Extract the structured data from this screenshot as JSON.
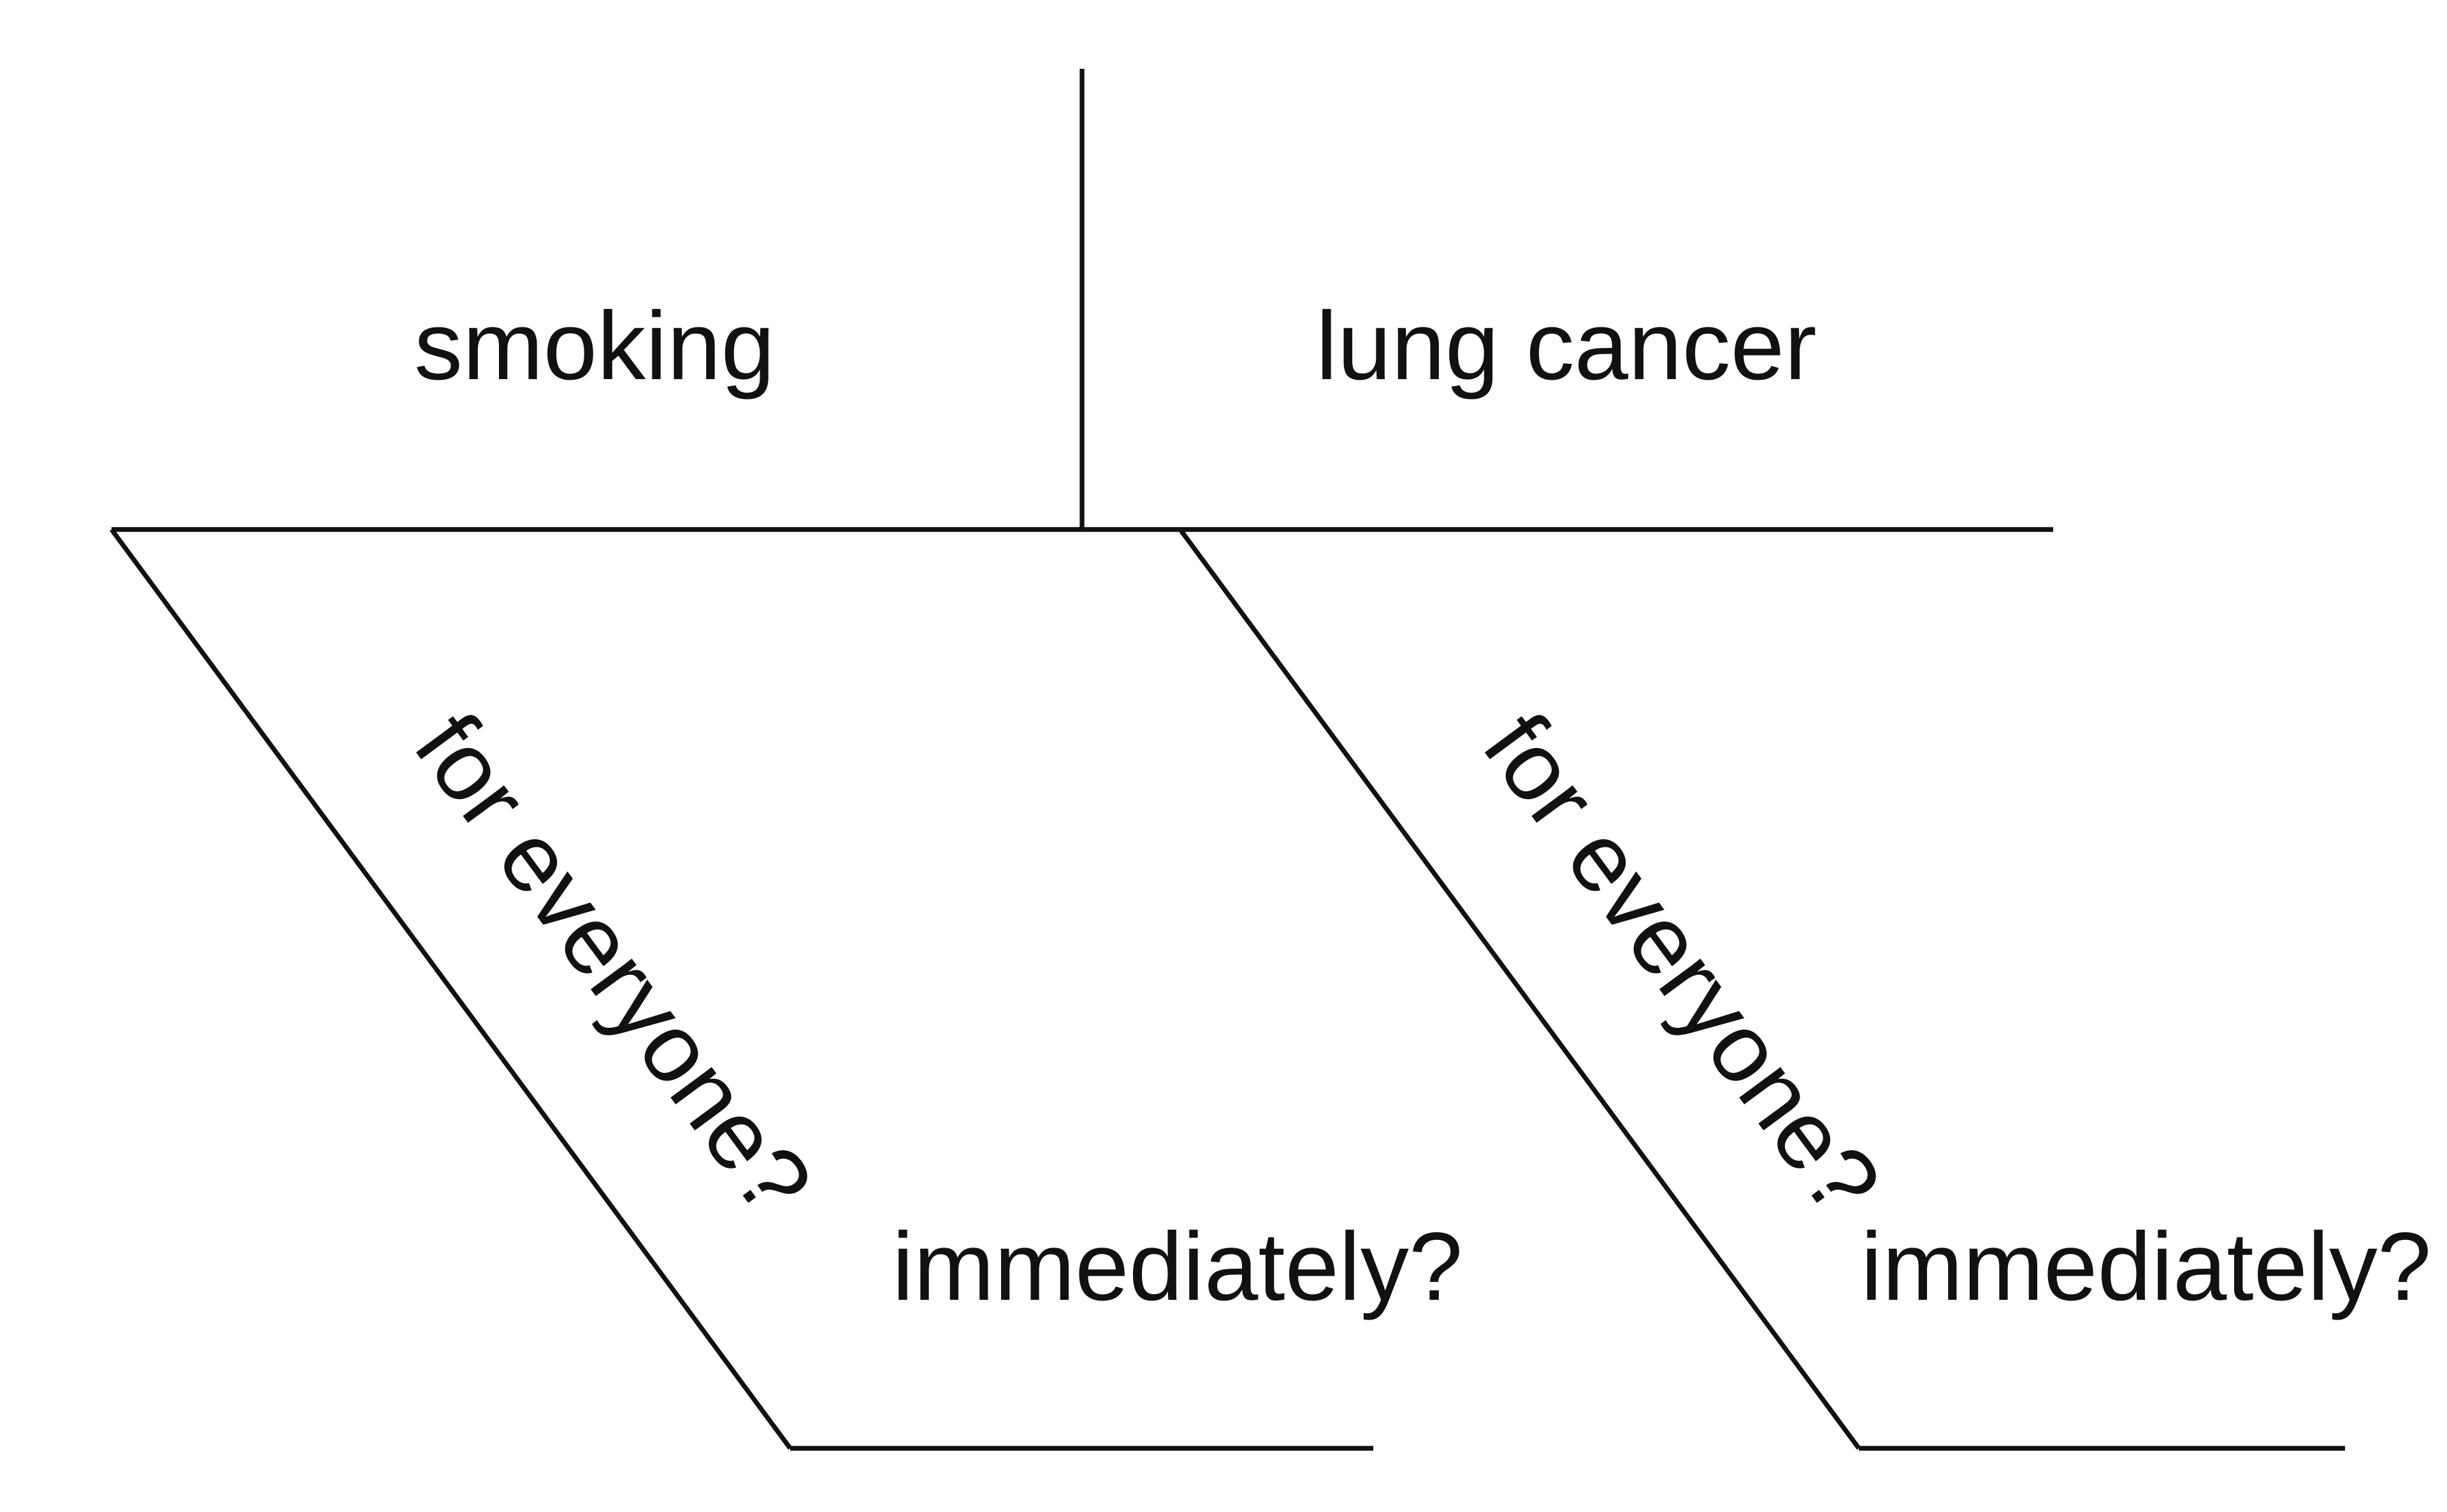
{
  "diagram": {
    "subject": "smoking",
    "predicate": "lung cancer",
    "modifiers": [
      {
        "slanted": "for everyone?",
        "horizontal": "immediately?"
      },
      {
        "slanted": "for everyone?",
        "horizontal": "immediately?"
      }
    ]
  }
}
